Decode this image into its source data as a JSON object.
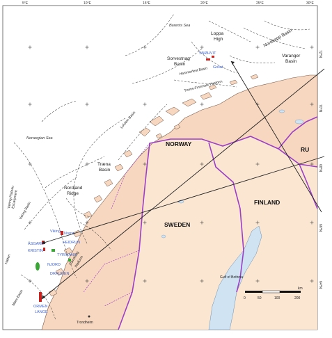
{
  "map": {
    "top_ticks": [
      "5°E",
      "10°E",
      "15°E",
      "20°E",
      "25°E",
      "30°E"
    ],
    "right_ticks": [
      "72°N",
      "70°N",
      "68°N",
      "66°N",
      "64°N"
    ],
    "seas": {
      "barents": "Barents Sea",
      "norwegian": "Norwegian Sea",
      "bothnia": "Gulf of Bothnia"
    },
    "basins": {
      "loppa": [
        "Loppa",
        "High"
      ],
      "sorvestnag": [
        "Sorvestnag",
        "Basin"
      ],
      "nordkapp": "Nordkapp Basin",
      "varanger": [
        "Varanger",
        "Basin"
      ],
      "hammerfest": "Hammerfest Basin",
      "troms": "Troms-Finnmark Platform",
      "lofoten": "Lofoten Basin",
      "traena": [
        "Træna",
        "Basin"
      ],
      "nordland": [
        "Nordland",
        "Ridge"
      ],
      "voring_escarpment": [
        "Vøring Plateau",
        "Escarpment"
      ],
      "voring_basin": "Vøring Basin",
      "more": "Møre Basin",
      "trondelag": [
        "Trøndelag",
        "Platform"
      ],
      "halten": "Halten"
    },
    "countries": {
      "norway": "NORWAY",
      "sweden": "SWEDEN",
      "finland": "FINLAND",
      "russia": "RU"
    },
    "fields": {
      "snohvit": "SNØHVIT",
      "heidrun": "HEIDRUN",
      "asgard": "ÅSGARD",
      "kristin": "KRISTIN",
      "tyrihans": "TYRIHANS",
      "draugen": "DRAUGEN",
      "njord": "NJORD",
      "ormen_lange": [
        "ORMEN",
        "LANGE"
      ],
      "vikings": "Viking",
      "norne": "Norne",
      "goliat": "Goliat"
    },
    "cities": {
      "trondheim": "Trondheim"
    },
    "scale": {
      "labels": [
        "0",
        "50",
        "100",
        "200"
      ],
      "unit": "km"
    },
    "colors": {
      "land_norway": "#f7d7bf",
      "land_other": "#fbe6d2",
      "sea": "#ffffff",
      "border": "#9b3fc6",
      "field_oil": "#3aa635",
      "field_gas": "#c9221f",
      "field_label": "#4466cc",
      "water_lake": "#cfe3f3"
    }
  }
}
